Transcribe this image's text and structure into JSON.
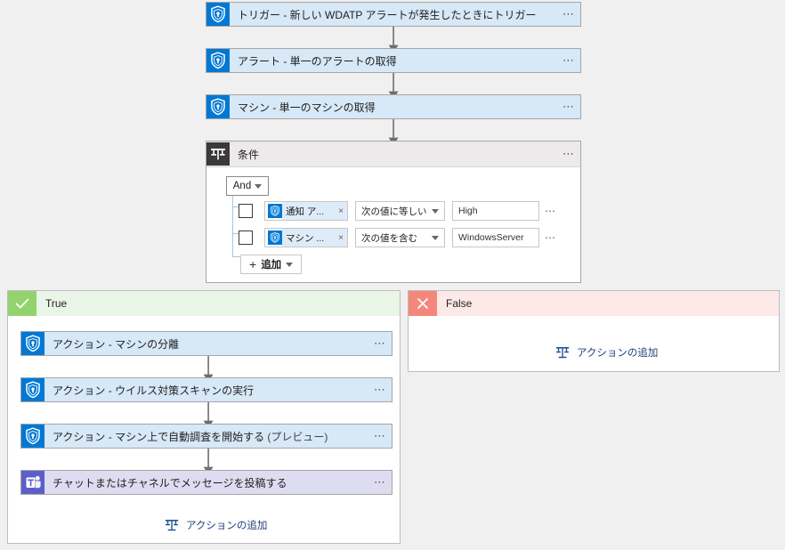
{
  "app": {
    "type": "logic-app-designer",
    "language": "ja"
  },
  "colors": {
    "canvas_bg": "#f0f0f0",
    "card_bg": "#d7e8f7",
    "teams_card_bg": "#dedcf0",
    "card_border": "#a6a6a6",
    "wdatp_icon_bg": "#0078d4",
    "teams_icon_bg": "#5b5fc7",
    "condition_icon_bg": "#3b3a39",
    "true_header_bg": "#e9f5e6",
    "true_mark_bg": "#92d36e",
    "false_header_bg": "#fdeae8",
    "false_mark_bg": "#f4877c",
    "link_text": "#1f3f77",
    "token_chip_bg": "#deecf9"
  },
  "flow": {
    "steps": [
      {
        "id": "trigger",
        "icon": "wdatp-shield-icon",
        "title": "トリガー - 新しい WDATP アラートが発生したときにトリガー",
        "menu": "⋯"
      },
      {
        "id": "alert",
        "icon": "wdatp-shield-icon",
        "title": "アラート - 単一のアラートの取得",
        "menu": "⋯"
      },
      {
        "id": "machine",
        "icon": "wdatp-shield-icon",
        "title": "マシン - 単一のマシンの取得",
        "menu": "⋯"
      }
    ]
  },
  "condition": {
    "icon": "condition-branch-icon",
    "title": "条件",
    "menu": "⋯",
    "logic_operator": {
      "label": "And",
      "chevron": "chevron-down-icon"
    },
    "rows": [
      {
        "token": {
          "icon": "wdatp-shield-icon",
          "label": "通知 ア...",
          "remove": "×"
        },
        "operator": "次の値に等しい",
        "value": "High",
        "menu": "⋯"
      },
      {
        "token": {
          "icon": "wdatp-shield-icon",
          "label": "マシン ...",
          "remove": "×"
        },
        "operator": "次の値を含む",
        "value": "WindowsServer",
        "menu": "⋯"
      }
    ],
    "add_button": {
      "plus": "+",
      "label": "追加",
      "chevron": "chevron-down-icon"
    }
  },
  "branches": {
    "true": {
      "mark": "check-icon",
      "label": "True",
      "actions": [
        {
          "id": "isolate",
          "icon": "wdatp-shield-icon",
          "title": "アクション - マシンの分離",
          "menu": "⋯",
          "style": "wdatp"
        },
        {
          "id": "av-scan",
          "icon": "wdatp-shield-icon",
          "title": "アクション - ウイルス対策スキャンの実行",
          "menu": "⋯",
          "style": "wdatp"
        },
        {
          "id": "auto-invest",
          "icon": "wdatp-shield-icon",
          "title": "アクション - マシン上で自動調査を開始する",
          "title_suffix": " (プレビュー)",
          "menu": "⋯",
          "style": "wdatp"
        },
        {
          "id": "teams-post",
          "icon": "teams-icon",
          "title": "チャットまたはチャネルでメッセージを投稿する",
          "menu": "⋯",
          "style": "teams"
        }
      ],
      "add_action": {
        "icon": "add-action-icon",
        "label": "アクションの追加"
      }
    },
    "false": {
      "mark": "close-icon",
      "label": "False",
      "actions": [],
      "add_action": {
        "icon": "add-action-icon",
        "label": "アクションの追加"
      }
    }
  }
}
